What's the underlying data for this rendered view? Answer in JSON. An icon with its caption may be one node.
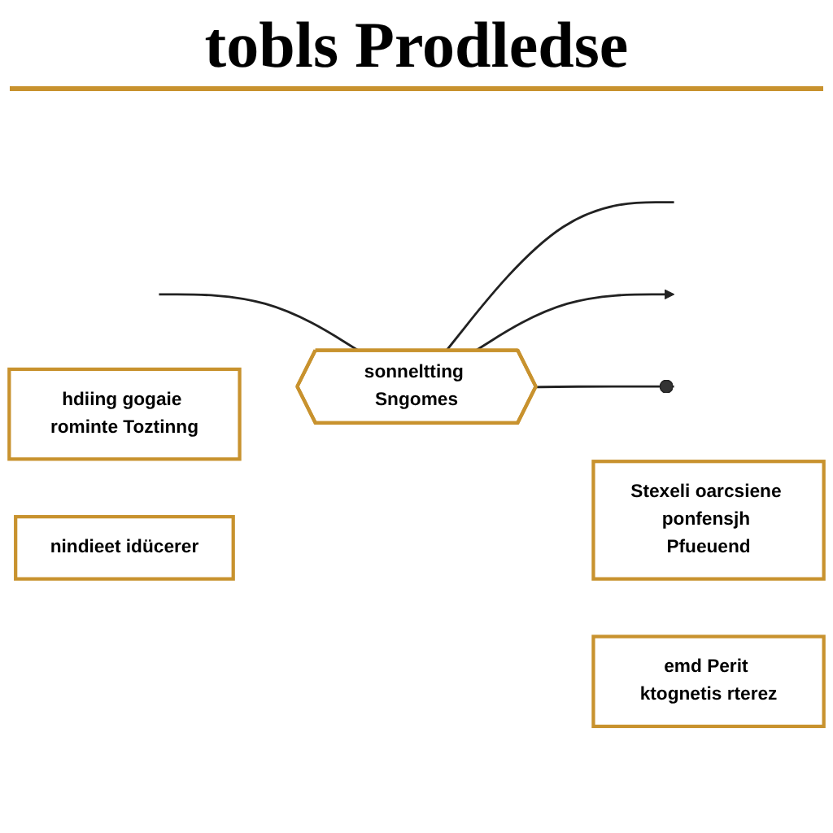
{
  "diagram": {
    "title": "tobls Prodledse",
    "nodes": [
      {
        "text": [
          "hdiing gogaie rominte Toztinng"
        ]
      },
      {
        "text": [
          "Stexeli oarcsiene ponfensjh Pfueuend"
        ]
      },
      {
        "text": [
          "sonneltting Sngomes"
        ]
      },
      {
        "text": [
          "nindieet idücerer"
        ]
      },
      {
        "text": [
          "emd Perit ktognetis rterez"
        ]
      }
    ],
    "edges": [
      {
        "from": null,
        "to": 2,
        "arrow": "none"
      },
      {
        "from": 2,
        "to": null,
        "arrow": "none"
      },
      {
        "from": 2,
        "to": null,
        "arrow": "to"
      },
      {
        "from": 2,
        "to": null,
        "arrow": "other"
      }
    ]
  }
}
